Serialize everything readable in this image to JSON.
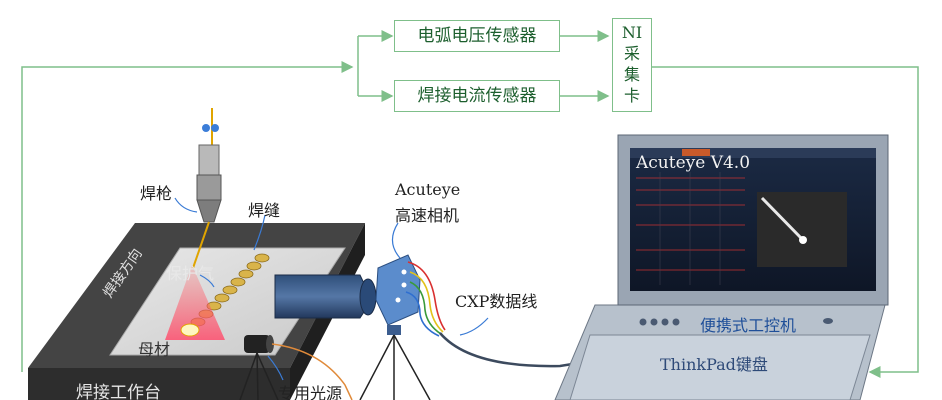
{
  "sensors": {
    "arc_voltage": "电弧电压传感器",
    "weld_current": "焊接电流传感器",
    "ni_card": [
      "NI",
      "采",
      "集",
      "卡"
    ]
  },
  "labels": {
    "torch": "焊枪",
    "seam": "焊缝",
    "shield_gas": "保护气",
    "weld_direction": "焊接方向",
    "base_metal": "母材",
    "table": "焊接工作台",
    "camera_line1": "Acuteye",
    "camera_line2": "高速相机",
    "cable": "CXP数据线",
    "light_source": "专用光源",
    "laptop": "便携式工控机",
    "keyboard": "ThinkPad键盘"
  },
  "screen": {
    "title": "Acuteye V4.0"
  },
  "colors": {
    "line_green": "#7fbf8a",
    "text_green": "#1d5f2e",
    "label_blue": "#1e4f8f",
    "table_dark": "#3a3a3a",
    "laptop_gray": "#a9b3bf"
  }
}
